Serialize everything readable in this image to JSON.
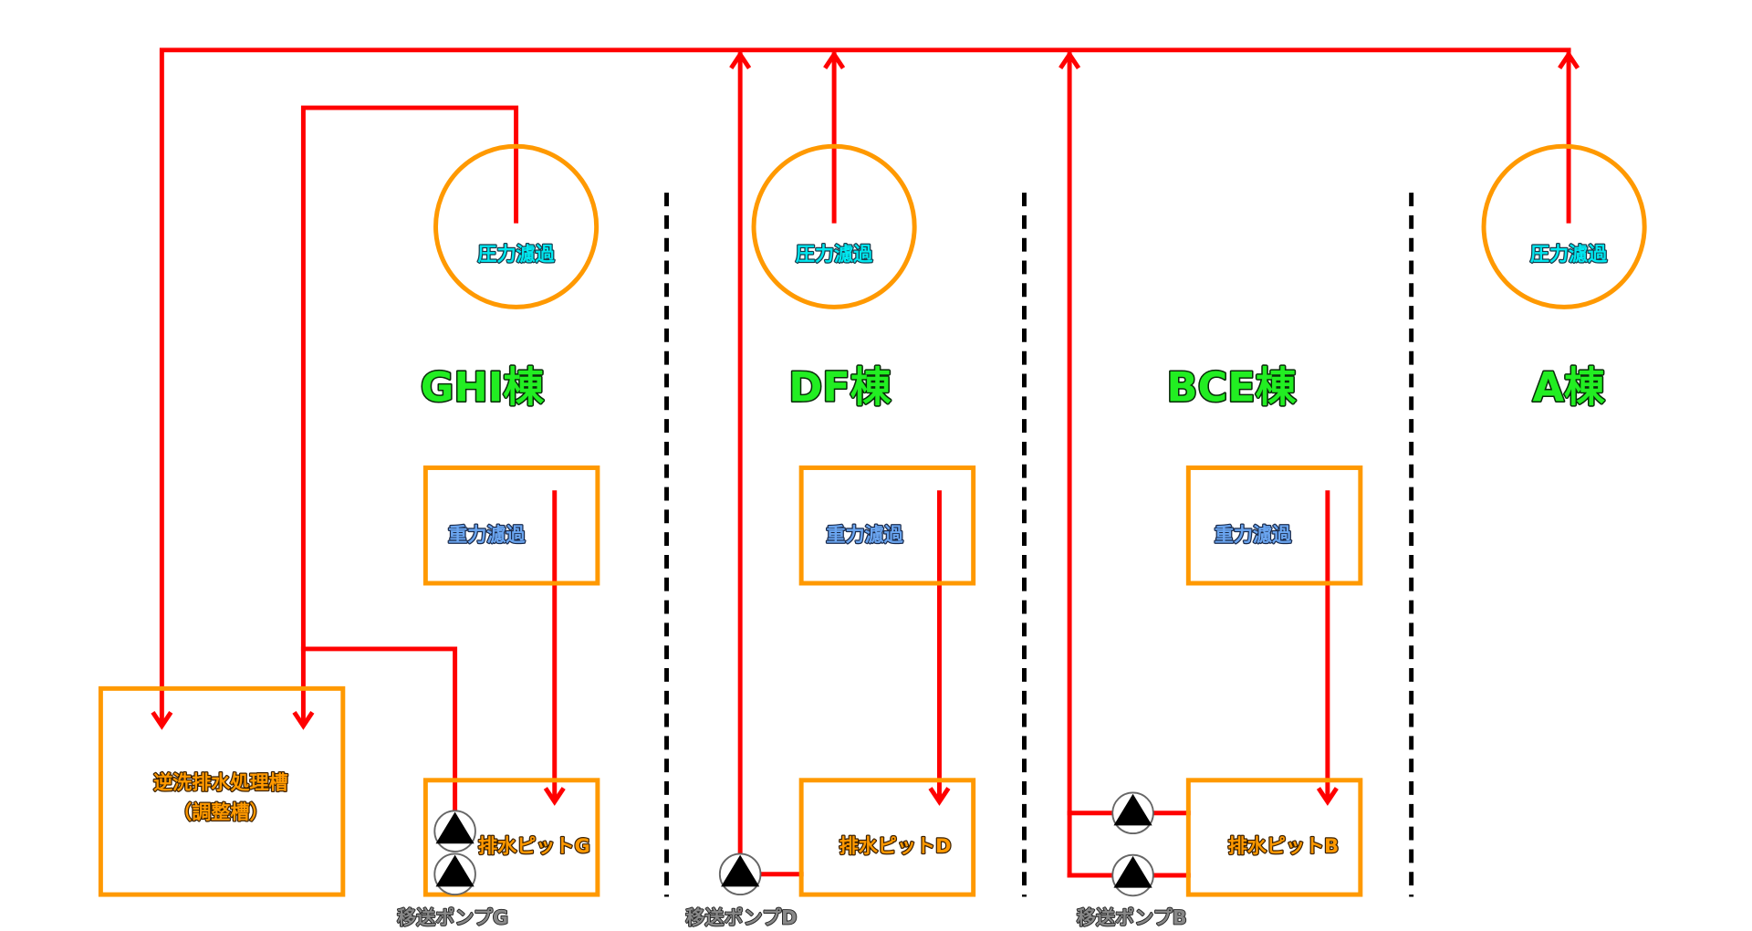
{
  "diagram": {
    "colors": {
      "pipe": "#ff0000",
      "tank": "#ff9900",
      "pressure_label": "#00e8f0",
      "gravity_label": "#6aa5f0",
      "building_label": "#22ee22",
      "pit_label": "#ff9900",
      "pump_label": "#888888",
      "divider": "#000000"
    },
    "buildings": [
      {
        "id": "ghi",
        "label": "GHI棟",
        "pressure_filter": "圧力濾過",
        "gravity_filter": "重力濾過",
        "pit": "排水ピットG",
        "pump": "移送ポンプG",
        "pump_count": 2
      },
      {
        "id": "df",
        "label": "DF棟",
        "pressure_filter": "圧力濾過",
        "gravity_filter": "重力濾過",
        "pit": "排水ピットD",
        "pump": "移送ポンプD",
        "pump_count": 1
      },
      {
        "id": "bce",
        "label": "BCE棟",
        "gravity_filter": "重力濾過",
        "pit": "排水ピットB",
        "pump": "移送ポンプB",
        "pump_count": 2
      },
      {
        "id": "a",
        "label": "A棟",
        "pressure_filter": "圧力濾過"
      }
    ],
    "treatment_tank": {
      "line1": "逆洗排水処理槽",
      "line2": "（調整槽）"
    }
  }
}
